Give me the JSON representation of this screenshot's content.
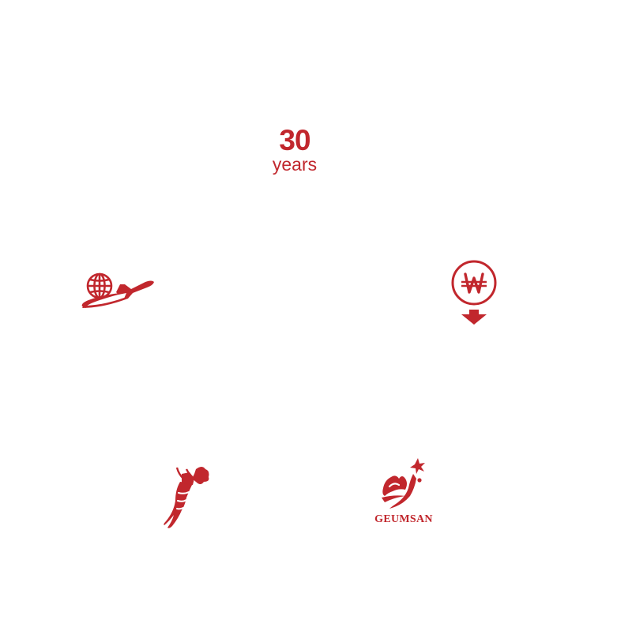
{
  "theme": {
    "accent": "#c1272d"
  },
  "years": {
    "number": "30",
    "unit": "years"
  },
  "icons": {
    "export": "globe-airplane-icon",
    "price": "won-down-arrow-icon",
    "ginseng": "ginseng-root-icon",
    "brand": "geumsan-logo"
  },
  "brand": {
    "wordmark": "GEUMSAN"
  }
}
